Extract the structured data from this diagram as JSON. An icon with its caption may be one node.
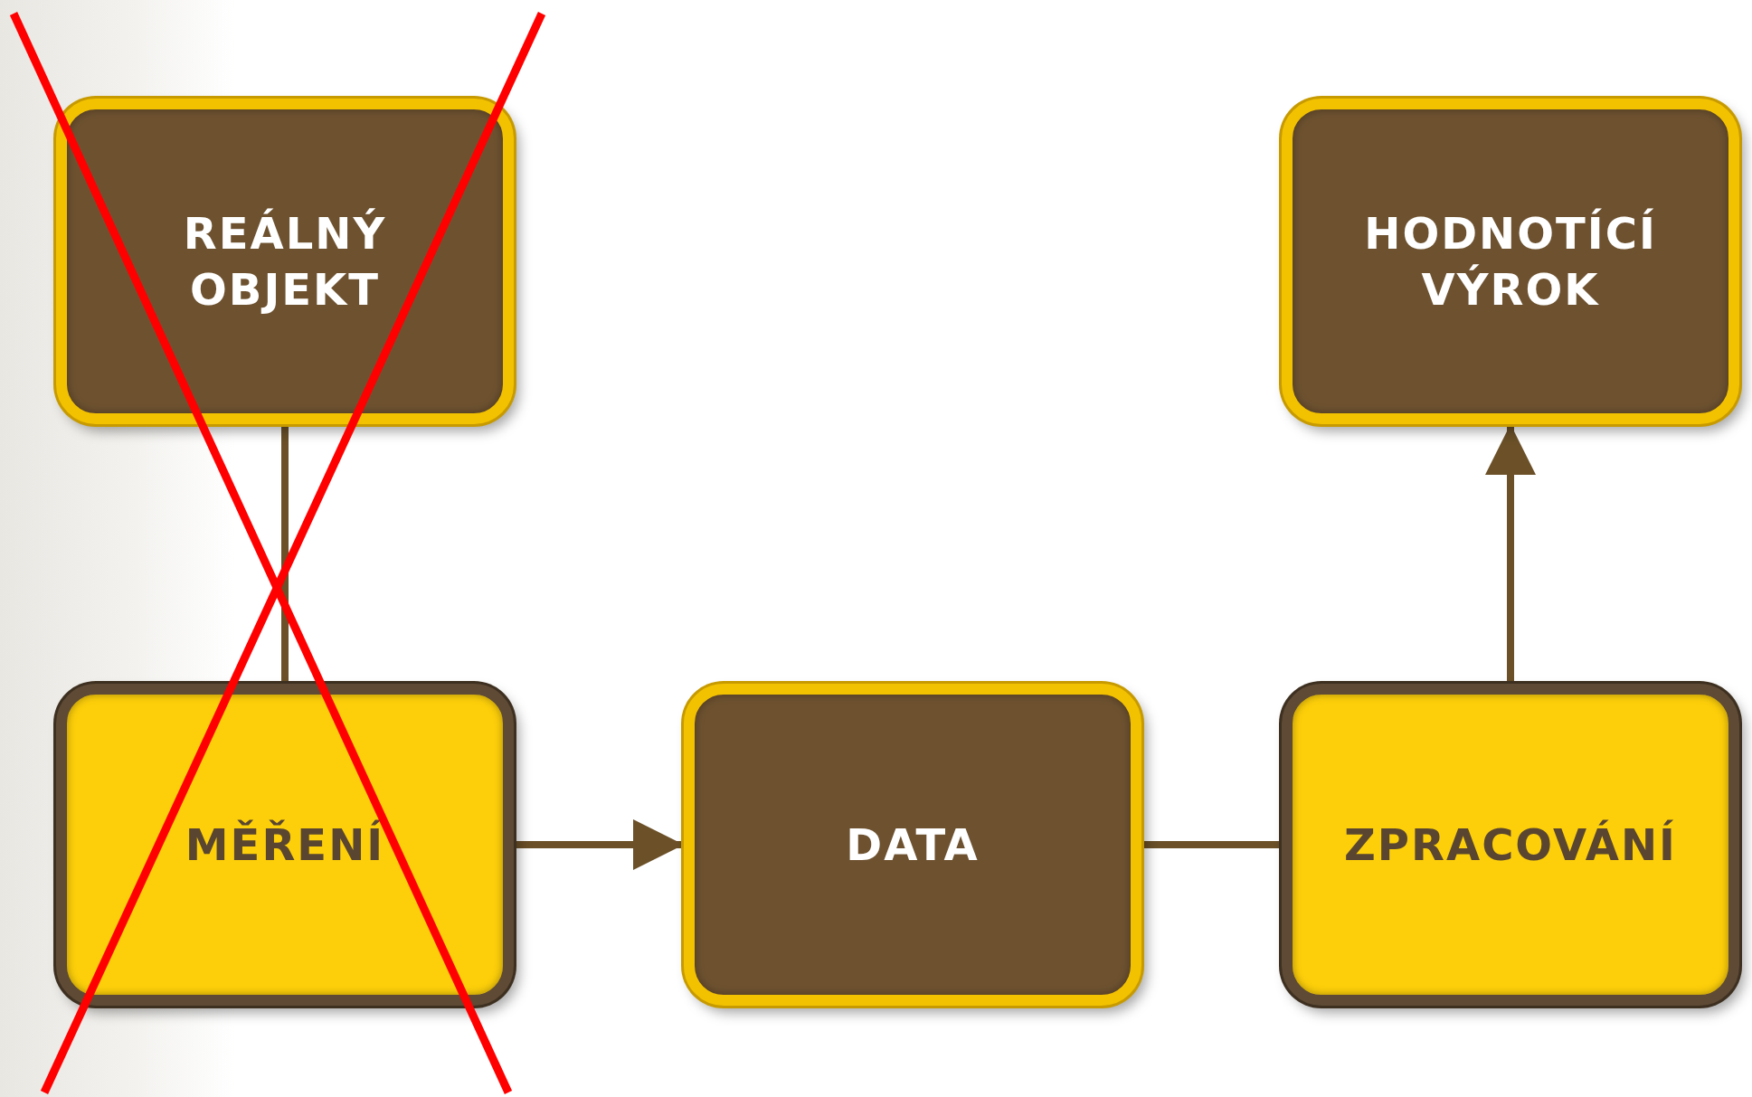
{
  "diagram": {
    "nodes": [
      {
        "text": [
          "REÁLNÝ OBJEKT"
        ]
      },
      {
        "text": [
          "HODNOTÍCÍ VÝROK"
        ]
      },
      {
        "text": [
          "MĚŘENÍ"
        ]
      },
      {
        "text": [
          "DATA"
        ]
      },
      {
        "text": [
          "ZPRACOVÁNÍ"
        ]
      }
    ],
    "edges": [
      {
        "from": 0,
        "to": 2,
        "arrow": "none"
      },
      {
        "from": 2,
        "to": 3,
        "arrow": "to"
      },
      {
        "from": 3,
        "to": 4,
        "arrow": "none"
      },
      {
        "from": 4,
        "to": 1,
        "arrow": "to"
      }
    ]
  }
}
